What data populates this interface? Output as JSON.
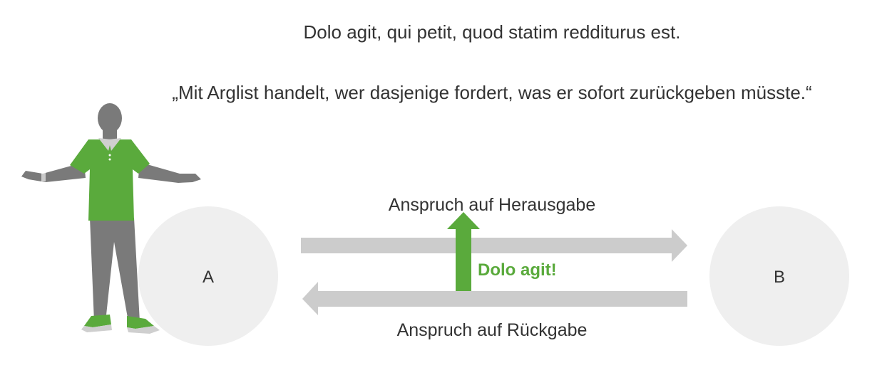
{
  "quote": {
    "latin": "Dolo agit, qui petit, quod statim redditurus est.",
    "german": "„Mit Arglist handelt, wer dasjenige fordert, was er sofort zurückgeben müsste.“"
  },
  "diagram": {
    "party_a": "A",
    "party_b": "B",
    "claim_top": "Anspruch auf Herausgabe",
    "claim_bottom": "Anspruch auf Rückgabe",
    "defense": "Dolo agit!"
  },
  "colors": {
    "green": "#5aaa3c",
    "arrow_grey": "#cccccc",
    "circle_grey": "#efefef",
    "figure_grey": "#7a7a7a",
    "text": "#333333"
  },
  "icons": {
    "person": "person-shrugging-icon"
  }
}
